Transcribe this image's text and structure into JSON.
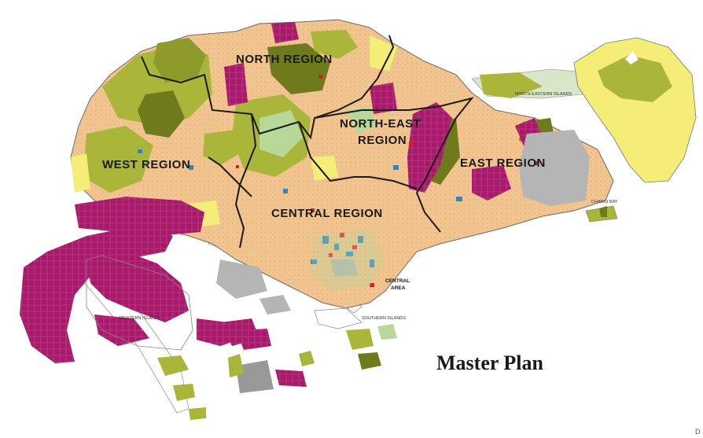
{
  "map": {
    "title": "Master Plan",
    "regions": {
      "north": "NORTH REGION",
      "north_east_line1": "NORTH-EAST",
      "north_east_line2": "REGION",
      "east": "EAST REGION",
      "west": "WEST REGION",
      "central": "CENTRAL REGION"
    },
    "central_area_line1": "CENTRAL",
    "central_area_line2": "AREA",
    "western_islands": "WESTERN ISLANDS",
    "southern_islands": "SOUTHERN ISLANDS",
    "north_eastern_islands": "NORTH-EASTERN ISLANDS",
    "changi_bay": "CHANGI BAY",
    "corner_mark": "D"
  },
  "colors": {
    "residential": "#f2c48f",
    "industrial": "#a8196b",
    "park_green": "#a9b63a",
    "reserve_dark": "#6e7a1c",
    "yellow_open": "#f4ee78",
    "light_green": "#b8d89a",
    "sea_gray": "#b5b5b5",
    "boundary": "#1a1a1a",
    "civic_blue": "#2e86c8",
    "commercial_red": "#d81e25"
  }
}
